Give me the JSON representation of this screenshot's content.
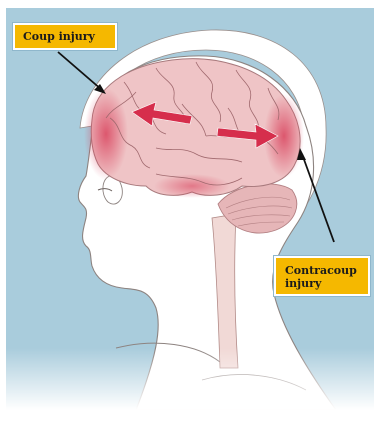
{
  "labels": {
    "coup": "Coup injury",
    "contracoup": "Contracoup\ninjury"
  },
  "colors": {
    "background": "#a9ccdc",
    "label_fill": "#f5b800",
    "skin": "#ffffff",
    "brain": "#efc4c6",
    "bruise": "#d9445e",
    "arrow": "#d62e4c"
  },
  "icons": {
    "motion_arrows": "double-headed-red-arrows"
  }
}
